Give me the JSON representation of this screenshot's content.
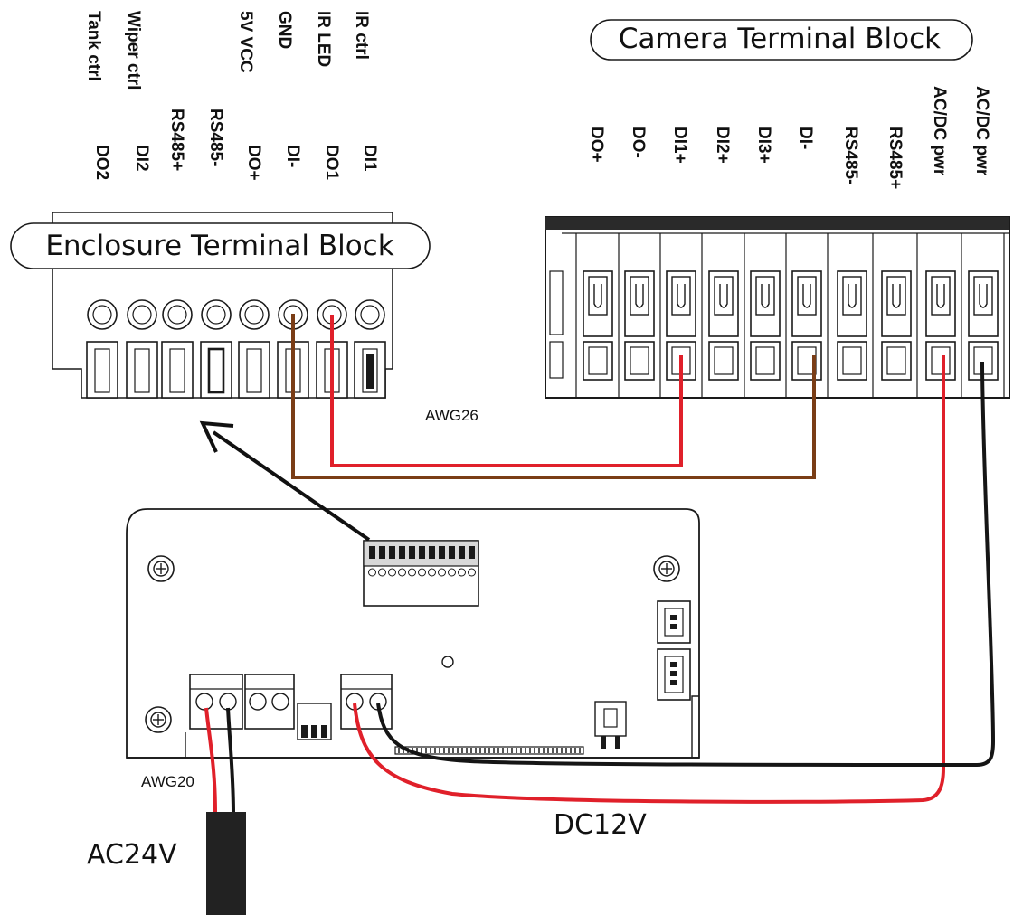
{
  "titles": {
    "enclosure": "Enclosure Terminal Block",
    "camera": "Camera Terminal Block"
  },
  "enclosure_pins": [
    {
      "signal": "DO2",
      "function": "Tank ctrl"
    },
    {
      "signal": "DI2",
      "function": "Wiper ctrl"
    },
    {
      "signal": "RS485+",
      "function": ""
    },
    {
      "signal": "RS485-",
      "function": ""
    },
    {
      "signal": "DO+",
      "function": "5V VCC"
    },
    {
      "signal": "DI-",
      "function": "GND"
    },
    {
      "signal": "DO1",
      "function": "IR LED"
    },
    {
      "signal": "DI1",
      "function": "IR ctrl"
    }
  ],
  "camera_pins": [
    "DO+",
    "DO-",
    "DI1+",
    "DI2+",
    "DI3+",
    "DI-",
    "RS485-",
    "RS485+",
    "AC/DC pwr",
    "AC/DC pwr"
  ],
  "labels": {
    "awg26": "AWG26",
    "awg20": "AWG20",
    "ac24v": "AC24V",
    "dc12v": "DC12V"
  },
  "colors": {
    "red_wire": "#e0202a",
    "brown_wire": "#7a3d16",
    "black_wire": "#151515",
    "outline": "#1a1a1a"
  },
  "connections": [
    {
      "from": "DO1 (IR LED)",
      "to": "DI1+",
      "color": "red"
    },
    {
      "from": "DI- (GND)",
      "to": "DI-",
      "color": "brown"
    },
    {
      "from": "DC12V +",
      "to": "AC/DC pwr",
      "color": "red"
    },
    {
      "from": "DC12V -",
      "to": "AC/DC pwr",
      "color": "black"
    }
  ]
}
